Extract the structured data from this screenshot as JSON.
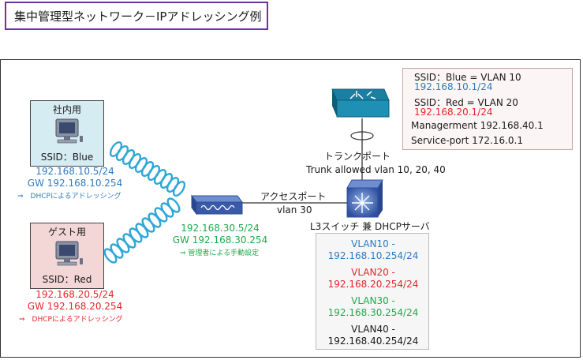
{
  "title": "集中管理型ネットワーク－IPアドレッシング例",
  "clients": {
    "internal": {
      "heading": "社内用",
      "ssid": "SSID：Blue",
      "ip": "192.168.10.5/24",
      "gw": "GW 192.168.10.254",
      "note": "⇒　DHCPによるアドレッシング"
    },
    "guest": {
      "heading": "ゲスト用",
      "ssid": "SSID：Red",
      "ip": "192.168.20.5/24",
      "gw": "GW 192.168.20.254",
      "note": "⇒　DHCPによるアドレッシング"
    }
  },
  "access_point": {
    "ip": "192.168.30.5/24",
    "gw": "GW 192.168.30.254",
    "note": "⇒ 管理者による手動設定"
  },
  "links": {
    "access_port": "アクセスポート",
    "access_vlan": "vlan 30",
    "trunk_port": "トランクポート",
    "trunk_allowed": "Trunk  allowed vlan 10, 20, 40"
  },
  "l3_switch_label": "L3スイッチ 兼 DHCPサーバ",
  "controller_info": {
    "ssid_blue": "SSID：Blue = VLAN 10",
    "ssid_blue_ip": "192.168.10.1/24",
    "ssid_red": "SSID：Red  = VLAN 20",
    "ssid_red_ip": "192.168.20.1/24",
    "management": "Managerment 192.168.40.1",
    "service_port": "Service-port  172.16.0.1"
  },
  "vlans": {
    "vlan10": "VLAN10 -",
    "vlan10_ip": "192.168.10.254/24",
    "vlan20": "VLAN20 -",
    "vlan20_ip": "192.168.20.254/24",
    "vlan30": "VLAN30 -",
    "vlan30_ip": "192.168.30.254/24",
    "vlan40": "VLAN40 -",
    "vlan40_ip": "192.168.40.254/24"
  },
  "colors": {
    "blue": "#2f7ac0",
    "red": "#e3262a",
    "green": "#1faa4a",
    "client_blue_bg": "#d6ecf3",
    "client_red_bg": "#f3d6d6",
    "device_blue": "#3a5aa8"
  }
}
